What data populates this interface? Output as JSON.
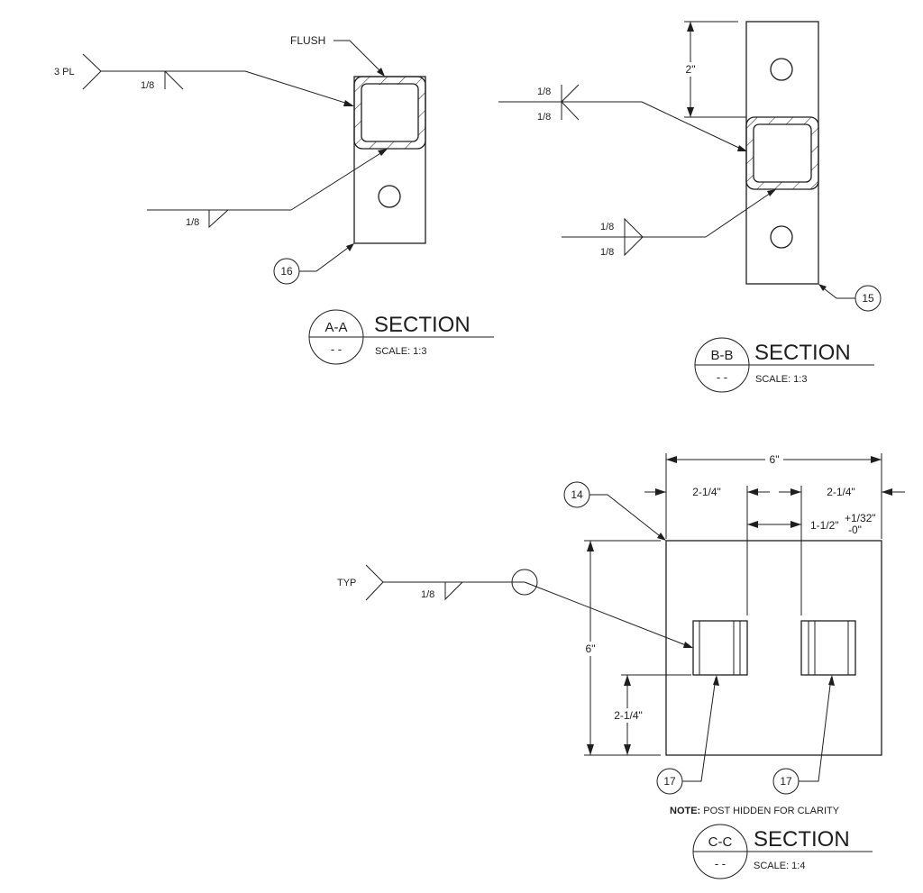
{
  "drawing": {
    "section_aa": {
      "id_label": "A-A",
      "sheet_ref": "- -",
      "title": "SECTION",
      "scale": "SCALE: 1:3",
      "flush_note": "FLUSH",
      "weld_top": {
        "tail_note": "3 PL",
        "size": "1/8"
      },
      "weld_bottom": {
        "size": "1/8"
      },
      "balloon": "16"
    },
    "section_bb": {
      "id_label": "B-B",
      "sheet_ref": "- -",
      "title": "SECTION",
      "scale": "SCALE: 1:3",
      "dimension_top": "2\"",
      "weld_top": {
        "size_above": "1/8",
        "size_below": "1/8"
      },
      "weld_bottom": {
        "size_above": "1/8",
        "size_below": "1/8"
      },
      "balloon": "15"
    },
    "section_cc": {
      "id_label": "C-C",
      "sheet_ref": "- -",
      "title": "SECTION",
      "scale": "SCALE: 1:4",
      "dim_overall_width": "6\"",
      "dim_left_offset": "2-1/4\"",
      "dim_right_offset": "2-1/4\"",
      "dim_gap_main": "1-1/2\"",
      "dim_gap_tol_plus": "+1/32\"",
      "dim_gap_tol_minus": "-0\"",
      "dim_overall_height": "6\"",
      "dim_bottom_offset": "2-1/4\"",
      "weld": {
        "tail_note": "TYP",
        "size": "1/8"
      },
      "balloon_plate": "14",
      "balloon_tab_left": "17",
      "balloon_tab_right": "17",
      "note_label": "NOTE:",
      "note_text": " POST HIDDEN FOR CLARITY"
    }
  }
}
